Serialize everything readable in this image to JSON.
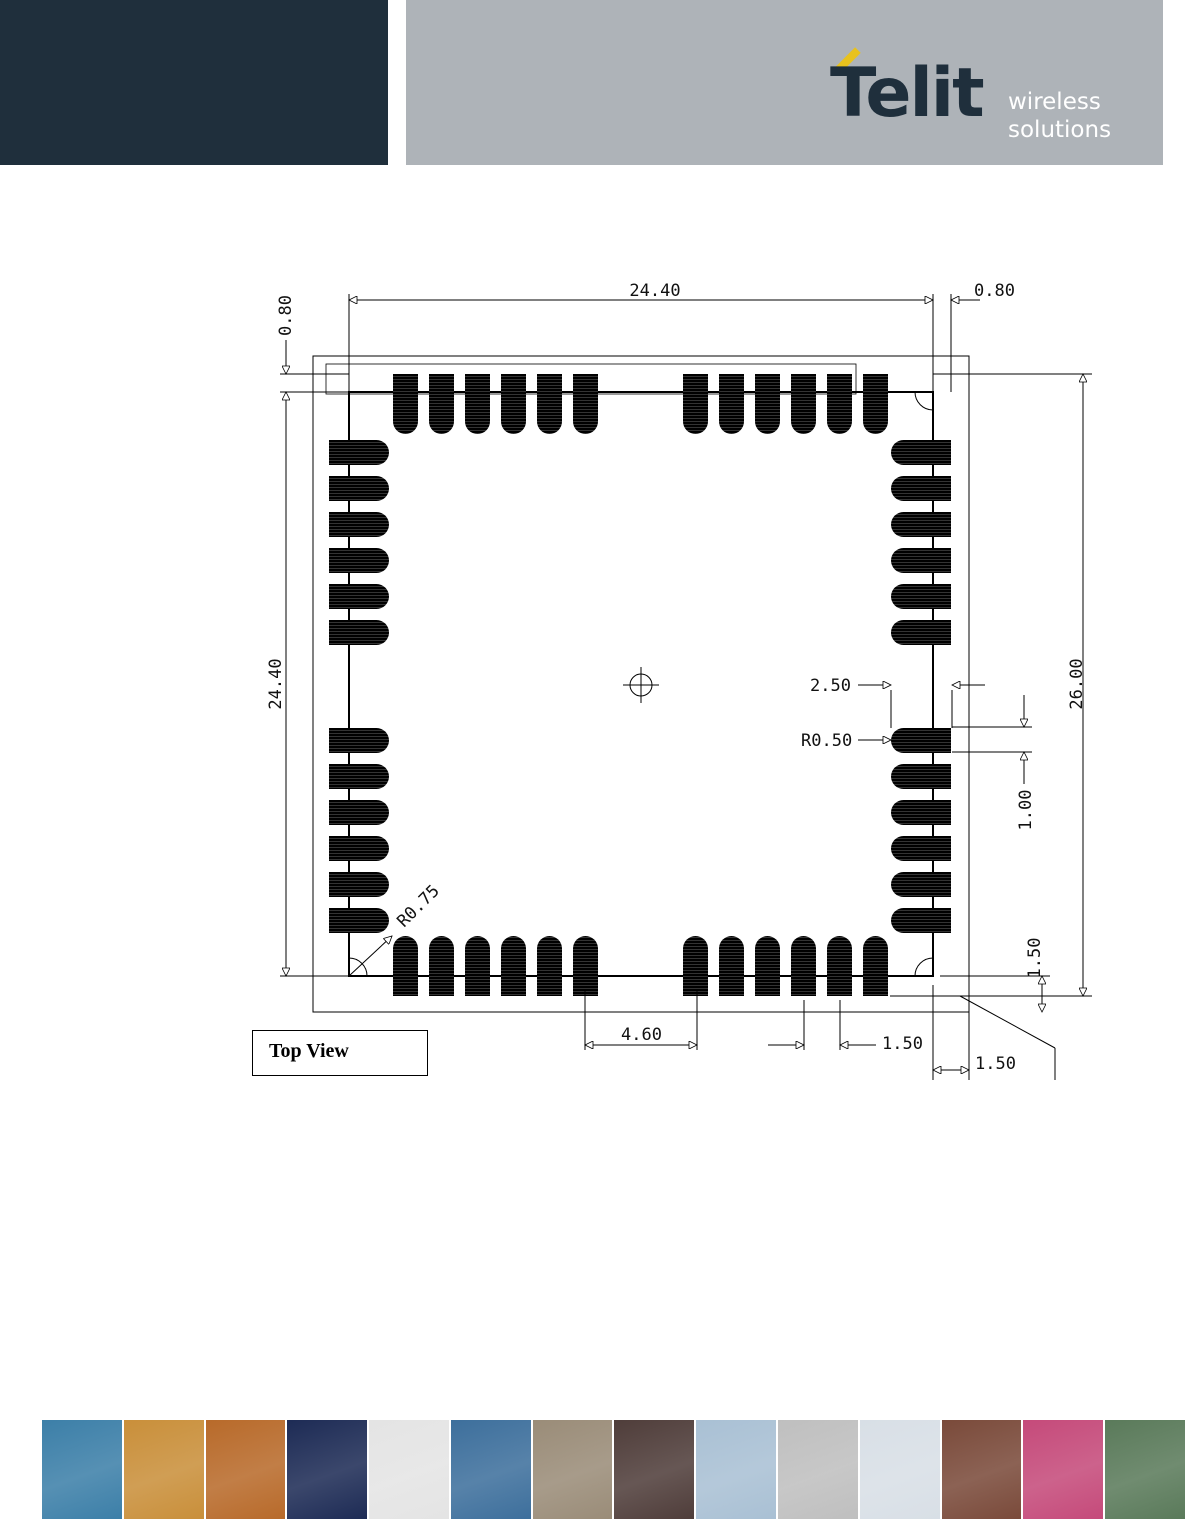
{
  "header": {
    "brand": "Telit",
    "tagline_line1": "wireless",
    "tagline_line2": "solutions",
    "colors": {
      "dark_band": "#1f2f3c",
      "grey_band": "#aeb3b8",
      "accent": "#e8c21e"
    }
  },
  "drawing": {
    "dimensions": {
      "top_width": "24.40",
      "top_right_offset": "0.80",
      "left_top_offset": "0.80",
      "left_height": "24.40",
      "right_height": "26.00",
      "pad_length": "2.50",
      "pad_radius": "R0.50",
      "pad_width": "1.00",
      "corner_radius": "R0.75",
      "bottom_right_height": "1.50",
      "group_span": "4.60",
      "pad_pitch": "1.50",
      "corner_offset": "1.50"
    },
    "view_label": "Top View"
  },
  "footer": {
    "tile_colors": [
      "#3c7fa8",
      "#c98f3a",
      "#b86a2a",
      "#1d2b55",
      "#e4e4e4",
      "#3d6f9c",
      "#9a8c78",
      "#4f3d3a",
      "#a9c0d4",
      "#bfbfbf",
      "#d8dfe6",
      "#7a4a3a",
      "#c54a7a",
      "#5a7a5a"
    ],
    "tile_icons": [
      "road-icon",
      "roadside-phone-icon",
      "container-train-icon",
      "digital-clock-icon",
      "keyboard-icon",
      "cyclist-icon",
      "card-reader-icon",
      "vending-machine-icon",
      "wind-turbine-icon",
      "utility-meter-icon",
      "window-icon",
      "subway-icon",
      "printing-press-icon",
      "security-camera-icon"
    ]
  }
}
